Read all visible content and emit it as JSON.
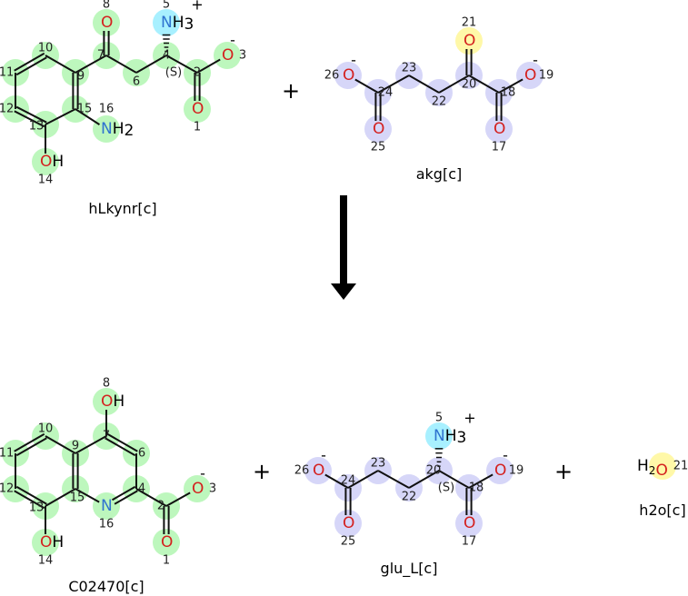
{
  "colors": {
    "green": "#bdf7bd",
    "cyan": "#a8f0ff",
    "yellow": "#fff8a8",
    "lavender": "#d6d6f8",
    "oxygen": "#d4201e",
    "nitrogen": "#2f73cf"
  },
  "reaction": {
    "plus_symbol": "+",
    "arrow": "right-arrow-down"
  },
  "molecules": {
    "hLkynr": {
      "name": "hLkynr[c]",
      "atoms": {
        "1": {
          "num": "1",
          "el": "O"
        },
        "2": {
          "num": "2"
        },
        "3": {
          "num": "3",
          "el": "O",
          "charge": "-"
        },
        "4": {
          "num": "4",
          "stereo": "(S)"
        },
        "5": {
          "num": "5",
          "el": "N",
          "h": "H",
          "hn": "3",
          "charge": "+"
        },
        "6": {
          "num": "6"
        },
        "7": {
          "num": "7"
        },
        "8": {
          "num": "8",
          "el": "O"
        },
        "9": {
          "num": "9"
        },
        "10": {
          "num": "10"
        },
        "11": {
          "num": "11"
        },
        "12": {
          "num": "12"
        },
        "13": {
          "num": "13"
        },
        "14": {
          "num": "14",
          "el": "O",
          "h": "H"
        },
        "15": {
          "num": "15"
        },
        "16": {
          "num": "16",
          "el": "N",
          "h": "H",
          "hn": "2"
        }
      }
    },
    "akg": {
      "name": "akg[c]",
      "atoms": {
        "17": {
          "num": "17",
          "el": "O"
        },
        "18": {
          "num": "18"
        },
        "19": {
          "num": "19",
          "el": "O",
          "charge": "-"
        },
        "20": {
          "num": "20"
        },
        "21": {
          "num": "21",
          "el": "O"
        },
        "22": {
          "num": "22"
        },
        "23": {
          "num": "23"
        },
        "24": {
          "num": "24"
        },
        "25": {
          "num": "25",
          "el": "O"
        },
        "26": {
          "num": "26",
          "el": "O",
          "charge": "-"
        }
      }
    },
    "C02470": {
      "name": "C02470[c]",
      "atoms": {
        "1": {
          "num": "1",
          "el": "O"
        },
        "2": {
          "num": "2"
        },
        "3": {
          "num": "3",
          "el": "O",
          "charge": "-"
        },
        "4": {
          "num": "4"
        },
        "6": {
          "num": "6"
        },
        "7": {
          "num": "7"
        },
        "8": {
          "num": "8",
          "el": "O",
          "h": "H"
        },
        "9": {
          "num": "9"
        },
        "10": {
          "num": "10"
        },
        "11": {
          "num": "11"
        },
        "12": {
          "num": "12"
        },
        "13": {
          "num": "13"
        },
        "14": {
          "num": "14",
          "el": "O",
          "h": "H"
        },
        "15": {
          "num": "15"
        },
        "16": {
          "num": "16",
          "el": "N"
        }
      }
    },
    "glu_L": {
      "name": "glu_L[c]",
      "atoms": {
        "5": {
          "num": "5",
          "el": "N",
          "h": "H",
          "hn": "3",
          "charge": "+"
        },
        "17": {
          "num": "17",
          "el": "O"
        },
        "18": {
          "num": "18"
        },
        "19": {
          "num": "19",
          "el": "O",
          "charge": "-"
        },
        "20": {
          "num": "20",
          "stereo": "(S)"
        },
        "22": {
          "num": "22"
        },
        "23": {
          "num": "23"
        },
        "24": {
          "num": "24"
        },
        "25": {
          "num": "25",
          "el": "O"
        },
        "26": {
          "num": "26",
          "el": "O",
          "charge": "-"
        }
      }
    },
    "h2o": {
      "name": "h2o[c]",
      "atoms": {
        "21": {
          "num": "21",
          "el": "O",
          "pre": "H",
          "pren": "2"
        }
      }
    }
  }
}
